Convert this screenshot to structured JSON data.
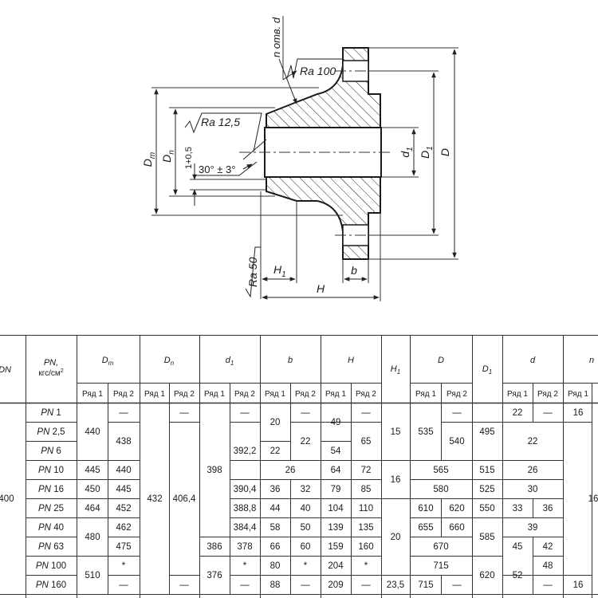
{
  "drawing": {
    "labels": {
      "n_holes": "n отв. d",
      "ra100": "Ra 100",
      "ra125": "Ra 12,5",
      "ra50": "Ra 50",
      "dm_main": "D",
      "dm_sub": "m",
      "dn_main": "D",
      "dn_sub": "n",
      "tol": "1+0,5",
      "angle": "30° ± 3°",
      "d1_main": "d",
      "d1_sub": "1",
      "D1_main": "D",
      "D1_sub": "1",
      "D": "D",
      "H1_main": "H",
      "H1_sub": "1",
      "b": "b",
      "H": "H"
    }
  },
  "table": {
    "headers": {
      "dn": "DN",
      "pn_main": "PN,",
      "pn_unit": "кгс/см",
      "pn_sup": "2",
      "dm_main": "D",
      "dm_sub": "m",
      "dn2_main": "D",
      "dn2_sub": "n",
      "d1_main": "d",
      "d1_sub": "1",
      "b": "b",
      "H": "H",
      "h1_main": "H",
      "h1_sub": "1",
      "D": "D",
      "D1_main": "D",
      "D1_sub": "1",
      "d": "d",
      "n": "n"
    },
    "subheaders": [
      "Ряд 1",
      "Ряд 2",
      "Ряд 1",
      "Ряд 2",
      "Ряд 1",
      "Ряд 2",
      "Ряд 1",
      "Ряд 2",
      "Ряд 1",
      "Ряд 2",
      "Ряд 1",
      "Ряд 2",
      "Ряд 1",
      "Ряд 2",
      "Ряд 1"
    ],
    "pn_prefix": "PN",
    "pn_values": [
      "1",
      "2,5",
      "6",
      "10",
      "16",
      "25",
      "40",
      "63",
      "100",
      "160"
    ],
    "dn_value": "400",
    "cells": {
      "dm1_a": "440",
      "dm2_1": "—",
      "dm2_b": "438",
      "dm1_10": "445",
      "dm2_10": "440",
      "dm1_16": "450",
      "dm2_16": "445",
      "dm1_25": "464",
      "dm2_25": "452",
      "dm1_c": "480",
      "dm2_40": "462",
      "dm2_63": "475",
      "dm1_d": "510",
      "dm2_100": "*",
      "dm2_160": "—",
      "dn1": "432",
      "dn2_1": "—",
      "dn2_mid": "406,4",
      "dn2_160": "—",
      "d11_a": "398",
      "d11_63": "386",
      "d11_b": "376",
      "d12_1": "—",
      "d12_a": "392,2",
      "d12_16": "390,4",
      "d12_25": "388,8",
      "d12_40": "384,4",
      "d12_63": "378",
      "d12_100": "*",
      "d12_160": "—",
      "b1_a": "20",
      "b1_6": "22",
      "b_10": "26",
      "b1_16": "36",
      "b1_25": "44",
      "b1_40": "58",
      "b1_63": "66",
      "b1_100": "80",
      "b1_160": "88",
      "b2_1": "—",
      "b2_a": "22",
      "b2_16": "32",
      "b2_25": "40",
      "b2_40": "50",
      "b2_63": "60",
      "b2_100": "*",
      "b2_160": "—",
      "H1_a": "49",
      "H1_6": "54",
      "H1_10": "64",
      "H1_16": "79",
      "H1_25": "104",
      "H1_40": "139",
      "H1_63": "159",
      "H1_100": "204",
      "H1_160": "209",
      "H2_1": "—",
      "H2_a": "65",
      "H2_10": "72",
      "H2_16": "85",
      "H2_25": "110",
      "H2_40": "135",
      "H2_63": "160",
      "H2_100": "*",
      "H2_160": "—",
      "h1_a": "15",
      "h1_b": "16",
      "h1_c": "20",
      "h1_160": "23,5",
      "D1_a": "535",
      "D2_1": "—",
      "D2_a": "540",
      "D_10": "565",
      "D_16": "580",
      "D1_25": "610",
      "D2_25": "620",
      "D1_40": "655",
      "D2_40": "660",
      "D_63": "670",
      "D_100": "715",
      "D1_160": "715",
      "D2_160": "—",
      "Dd1_a": "495",
      "Dd1_10": "515",
      "Dd1_16": "525",
      "Dd1_25": "550",
      "Dd1_b": "585",
      "Dd1_c": "620",
      "dd1_1": "22",
      "dd2_1": "—",
      "dd_a": "22",
      "dd_10": "26",
      "dd_16": "30",
      "dd1_25": "33",
      "dd2_25": "36",
      "dd_40": "39",
      "dd1_63": "45",
      "dd2_63": "42",
      "dd1_b": "52",
      "dd2_100": "48",
      "dd2_160": "—",
      "n1_1": "16",
      "n1_mid": "16",
      "n1_160": "16"
    }
  }
}
